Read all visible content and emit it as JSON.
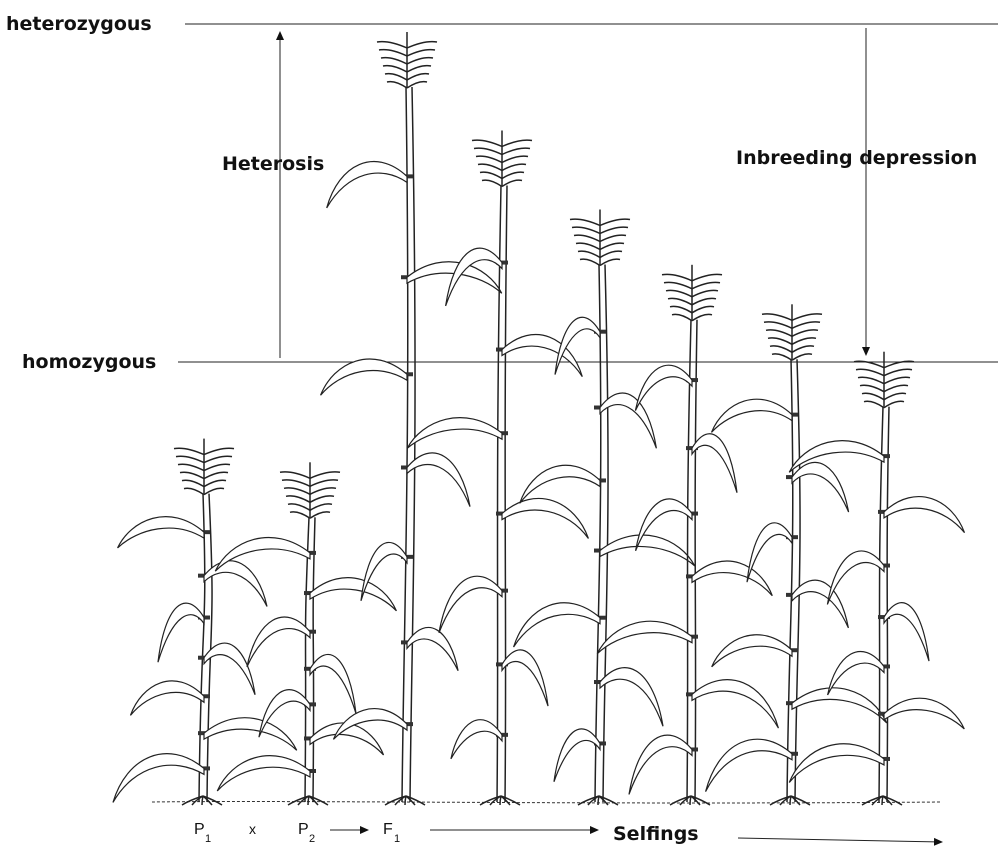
{
  "labels": {
    "heterozygous": "heterozygous",
    "homozygous": "homozygous",
    "heterosis": "Heterosis",
    "inbreeding_depression": "Inbreeding depression",
    "p1_letter": "P",
    "p1_sub": "1",
    "cross": "x",
    "p2_letter": "P",
    "p2_sub": "2",
    "f1_letter": "F",
    "f1_sub": "1",
    "selfings": "Selfings"
  },
  "colors": {
    "ink": "#111111",
    "paper": "#ffffff"
  },
  "plants": [
    {
      "id": "p1",
      "relative_height": 0.46
    },
    {
      "id": "p2",
      "relative_height": 0.43
    },
    {
      "id": "f1",
      "relative_height": 1.0
    },
    {
      "id": "s1",
      "relative_height": 0.85
    },
    {
      "id": "s2",
      "relative_height": 0.75
    },
    {
      "id": "s3",
      "relative_height": 0.68
    },
    {
      "id": "s4",
      "relative_height": 0.63
    },
    {
      "id": "s5",
      "relative_height": 0.57
    }
  ]
}
